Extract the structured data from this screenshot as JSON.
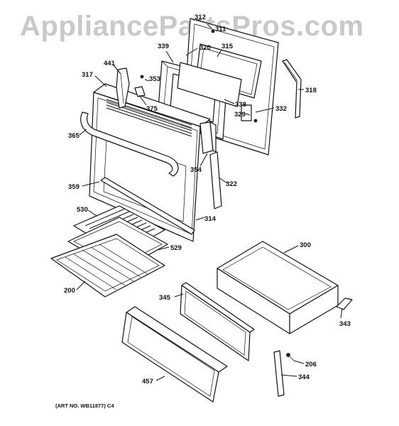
{
  "watermark": "AppliancePartsPros.com",
  "art_number": "(ART NO. WB11877) C4",
  "labels": {
    "l312": "312",
    "l311": "311",
    "l339": "339",
    "l320": "320",
    "l315": "315",
    "l441": "441",
    "l317": "317",
    "l353": "353",
    "l375": "375",
    "l318": "318",
    "l338": "338",
    "l332": "332",
    "l329": "329",
    "l365": "365",
    "l354": "354",
    "l322": "322",
    "l359": "359",
    "l314": "314",
    "l530": "530",
    "l529": "529",
    "l300": "300",
    "l200": "200",
    "l345": "345",
    "l343": "343",
    "l206": "206",
    "l344": "344",
    "l457": "457"
  }
}
